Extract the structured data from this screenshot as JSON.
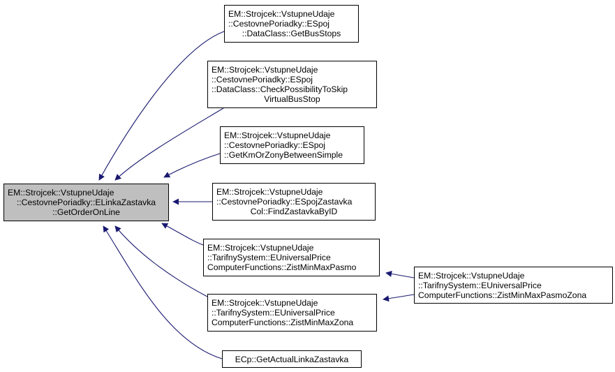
{
  "graph": {
    "type": "caller-graph",
    "edge_color": "#191970",
    "root_fill": "#bfbfbf",
    "root": {
      "id": "root",
      "lines": [
        "EM::Strojcek::VstupneUdaje",
        "::CestovnePoriadky::ELinkaZastavka",
        "::GetOrderOnLine"
      ]
    },
    "nodes": [
      {
        "id": "n1",
        "lines": [
          "EM::Strojcek::VstupneUdaje",
          "::CestovnePoriadky::ESpoj",
          "::DataClass::GetBusStops"
        ]
      },
      {
        "id": "n2",
        "lines": [
          "EM::Strojcek::VstupneUdaje",
          "::CestovnePoriadky::ESpoj",
          "::DataClass::CheckPossibilityToSkip",
          "VirtualBusStop"
        ]
      },
      {
        "id": "n3",
        "lines": [
          "EM::Strojcek::VstupneUdaje",
          "::CestovnePoriadky::ESpoj",
          "::GetKmOrZonyBetweenSimple"
        ]
      },
      {
        "id": "n4",
        "lines": [
          "EM::Strojcek::VstupneUdaje",
          "::CestovnePoriadky::ESpojZastavka",
          "Col::FindZastavkaByID"
        ]
      },
      {
        "id": "n5",
        "lines": [
          "EM::Strojcek::VstupneUdaje",
          "::TarifnySystem::EUniversalPrice",
          "ComputerFunctions::ZistMinMaxPasmo"
        ]
      },
      {
        "id": "n6",
        "lines": [
          "EM::Strojcek::VstupneUdaje",
          "::TarifnySystem::EUniversalPrice",
          "ComputerFunctions::ZistMinMaxZona"
        ]
      },
      {
        "id": "n7",
        "lines": [
          "ECp::GetActualLinkaZastavka"
        ]
      },
      {
        "id": "n8",
        "lines": [
          "EM::Strojcek::VstupneUdaje",
          "::TarifnySystem::EUniversalPrice",
          "ComputerFunctions::ZistMinMaxPasmoZona"
        ]
      }
    ],
    "edges": [
      {
        "from": "n1",
        "to": "root"
      },
      {
        "from": "n2",
        "to": "root"
      },
      {
        "from": "n3",
        "to": "root"
      },
      {
        "from": "n4",
        "to": "root"
      },
      {
        "from": "n5",
        "to": "root"
      },
      {
        "from": "n6",
        "to": "root"
      },
      {
        "from": "n7",
        "to": "root"
      },
      {
        "from": "n8",
        "to": "n5"
      },
      {
        "from": "n8",
        "to": "n6"
      }
    ]
  }
}
